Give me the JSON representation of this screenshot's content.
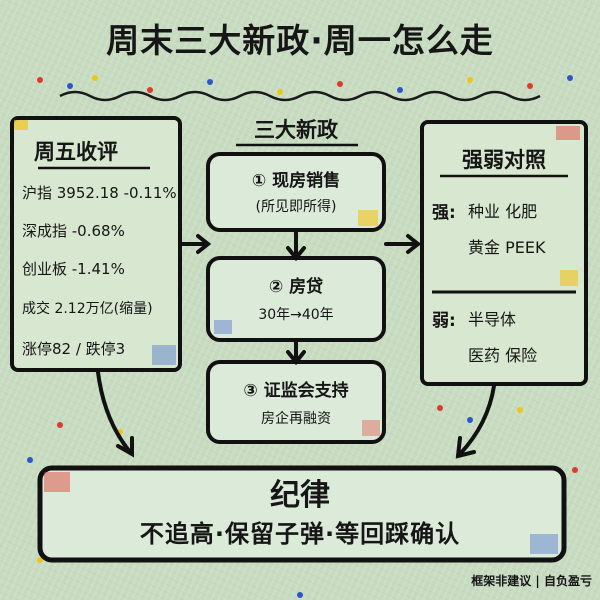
{
  "title": "周末三大新政·周一怎么走",
  "friday": {
    "heading": "周五收评",
    "rows": [
      "沪指 3952.18 -0.11%",
      "深成指 -0.68%",
      "创业板 -1.41%",
      "成交 2.12万亿(缩量)",
      "涨停82 / 跌停3"
    ]
  },
  "policies": {
    "heading": "三大新政",
    "items": [
      {
        "line1": "① 现房销售",
        "line2": "(所见即所得)"
      },
      {
        "line1": "② 房贷",
        "line2": "30年→40年"
      },
      {
        "line1": "③ 证监会支持",
        "line2": "房企再融资"
      }
    ]
  },
  "compare": {
    "heading": "强弱对照",
    "strong_label": "强:",
    "strong_line1": "种业 化肥",
    "strong_line2": "黄金 PEEK",
    "weak_label": "弱:",
    "weak_line1": "半导体",
    "weak_line2": "医药 保险"
  },
  "discipline": {
    "heading": "纪律",
    "slogan": "不追高·保留子弹·等回踩确认"
  },
  "footer": "框架非建议 | 自负盈亏"
}
